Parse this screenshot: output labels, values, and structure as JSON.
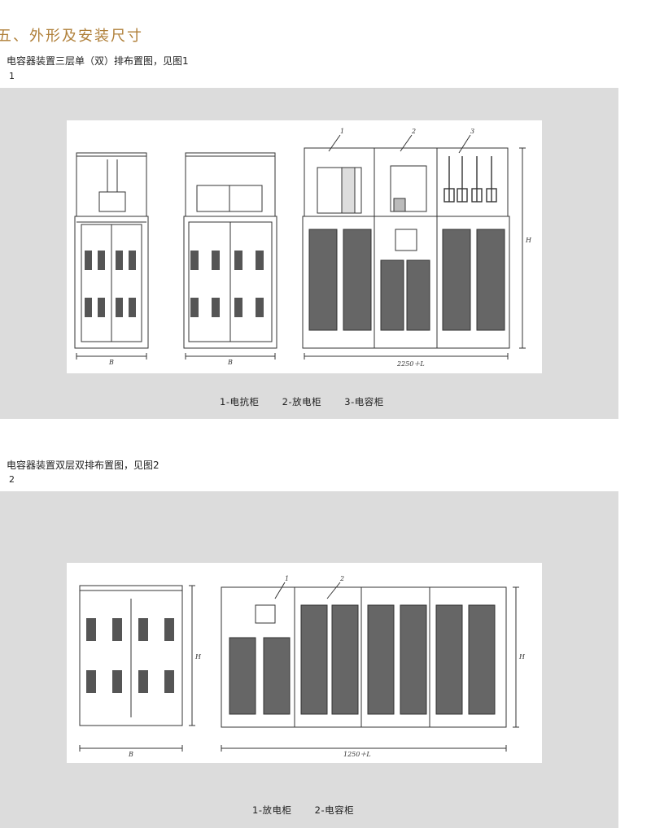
{
  "section_title": "五、外形及安装尺寸",
  "figure1": {
    "intro": "电容器装置三层单（双）排布置图，见图1",
    "number": "1",
    "labels": {
      "n1": "1",
      "n2": "2",
      "n3": "3",
      "dim_h": "H",
      "dim_b1": "B",
      "dim_b2": "B",
      "dim_l": "2250＋L"
    },
    "caption": [
      "1-电抗柜",
      "2-放电柜",
      "3-电容柜"
    ]
  },
  "figure2": {
    "intro": "电容器装置双层双排布置图，见图2",
    "number": "2",
    "labels": {
      "n1": "1",
      "n2": "2",
      "dim_h1": "H",
      "dim_h2": "H",
      "dim_b": "B",
      "dim_l": "1250＋L"
    },
    "caption": [
      "1-放电柜",
      "2-电容柜"
    ]
  },
  "colors": {
    "title": "#b0803a",
    "panel": "#dcdcdc",
    "ink": "#333333"
  }
}
